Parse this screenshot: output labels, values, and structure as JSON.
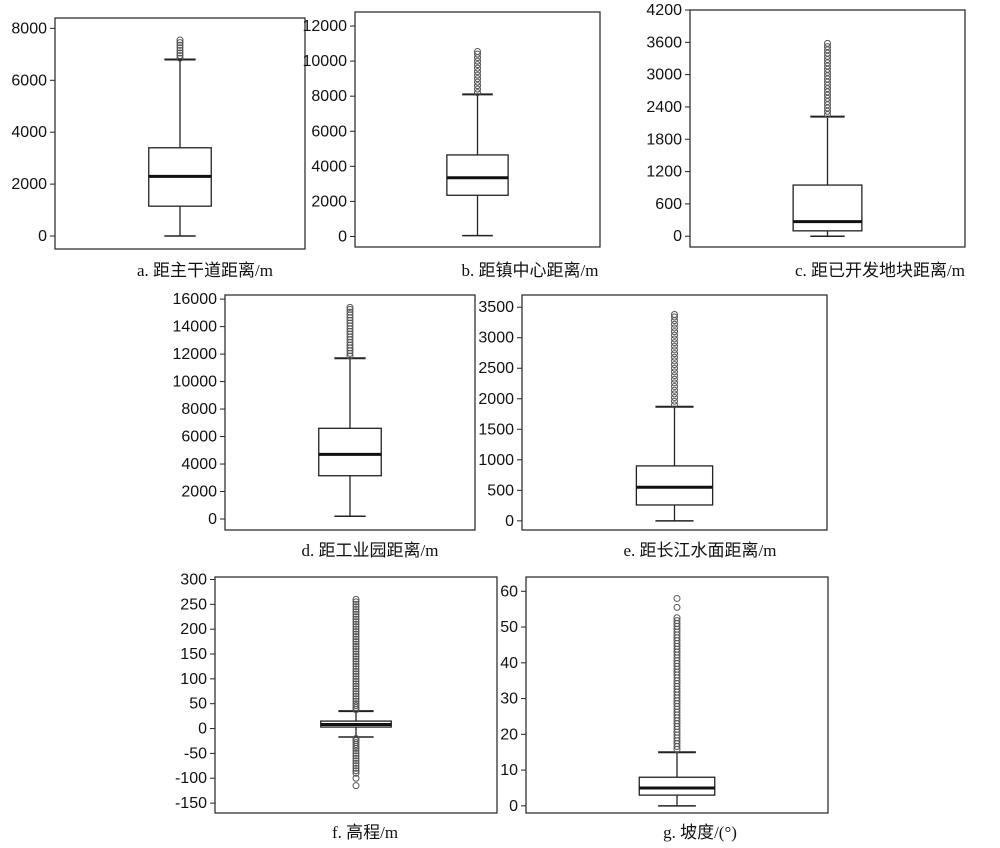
{
  "colors": {
    "box_stroke": "#222222",
    "outlier_stroke": "#555555",
    "background": "#ffffff"
  },
  "chart_data": [
    {
      "type": "boxplot",
      "caption": "a. 距主干道距离/m",
      "yticks": [
        0,
        2000,
        4000,
        6000,
        8000
      ],
      "ylim": [
        -500,
        8400
      ],
      "whisker_low": 0,
      "q1": 1150,
      "median": 2300,
      "q3": 3400,
      "whisker_high": 6800,
      "outliers": [
        6850,
        6950,
        7050,
        7150,
        7250,
        7350,
        7450,
        7550
      ]
    },
    {
      "type": "boxplot",
      "caption": "b. 距镇中心距离/m",
      "yticks": [
        0,
        2000,
        4000,
        6000,
        8000,
        10000,
        12000
      ],
      "ylim": [
        -600,
        12800
      ],
      "whisker_low": 50,
      "q1": 2350,
      "median": 3350,
      "q3": 4650,
      "whisker_high": 8100,
      "outliers": [
        8200,
        8400,
        8600,
        8800,
        9000,
        9200,
        9400,
        9600,
        9800,
        10000,
        10200,
        10400,
        10550
      ]
    },
    {
      "type": "boxplot",
      "caption": "c. 距已开发地块距离/m",
      "yticks": [
        0,
        600,
        1200,
        1800,
        2400,
        3000,
        3600,
        4200
      ],
      "ylim": [
        -200,
        4200
      ],
      "whisker_low": 0,
      "q1": 100,
      "median": 270,
      "q3": 950,
      "whisker_high": 2220,
      "outliers": [
        2260,
        2320,
        2380,
        2440,
        2500,
        2560,
        2620,
        2680,
        2740,
        2800,
        2860,
        2920,
        2980,
        3040,
        3100,
        3160,
        3220,
        3280,
        3340,
        3400,
        3460,
        3520,
        3580
      ]
    },
    {
      "type": "boxplot",
      "caption": "d. 距工业园距离/m",
      "yticks": [
        0,
        2000,
        4000,
        6000,
        8000,
        10000,
        12000,
        14000,
        16000
      ],
      "ylim": [
        -800,
        16300
      ],
      "whisker_low": 200,
      "q1": 3150,
      "median": 4700,
      "q3": 6600,
      "whisker_high": 11700,
      "outliers": [
        11850,
        12050,
        12250,
        12450,
        12650,
        12850,
        13050,
        13250,
        13450,
        13650,
        13850,
        14050,
        14250,
        14450,
        14650,
        14850,
        15050,
        15250,
        15400
      ]
    },
    {
      "type": "boxplot",
      "caption": "e. 距长江水面距离/m",
      "yticks": [
        0,
        500,
        1000,
        1500,
        2000,
        2500,
        3000,
        3500
      ],
      "ylim": [
        -150,
        3700
      ],
      "whisker_low": 0,
      "q1": 260,
      "median": 550,
      "q3": 900,
      "whisker_high": 1870,
      "outliers": [
        1900,
        1960,
        2020,
        2080,
        2140,
        2200,
        2260,
        2320,
        2380,
        2440,
        2500,
        2560,
        2620,
        2680,
        2740,
        2800,
        2860,
        2920,
        2980,
        3040,
        3100,
        3160,
        3220,
        3280,
        3340,
        3380
      ]
    },
    {
      "type": "boxplot",
      "caption": "f. 高程/m",
      "yticks": [
        -150,
        -100,
        -50,
        0,
        50,
        100,
        150,
        200,
        250,
        300
      ],
      "ylim": [
        -170,
        305
      ],
      "whisker_low": -17,
      "q1": 3,
      "median": 8,
      "q3": 15,
      "whisker_high": 35,
      "outliers": [
        38,
        42,
        46,
        50,
        55,
        60,
        65,
        70,
        75,
        80,
        85,
        90,
        95,
        100,
        105,
        110,
        115,
        120,
        125,
        130,
        135,
        140,
        145,
        150,
        155,
        160,
        165,
        170,
        175,
        180,
        185,
        190,
        195,
        200,
        205,
        210,
        215,
        220,
        225,
        230,
        235,
        240,
        245,
        250,
        255,
        260,
        -20,
        -24,
        -28,
        -32,
        -36,
        -40,
        -45,
        -50,
        -55,
        -60,
        -65,
        -70,
        -75,
        -80,
        -85,
        -90,
        -100,
        -115
      ]
    },
    {
      "type": "boxplot",
      "caption": "g. 坡度/(°)",
      "yticks": [
        0,
        10,
        20,
        30,
        40,
        50,
        60
      ],
      "ylim": [
        -2,
        64
      ],
      "whisker_low": 0,
      "q1": 3,
      "median": 5,
      "q3": 8,
      "whisker_high": 15,
      "outliers": [
        15.8,
        16.6,
        17.4,
        18.2,
        19,
        19.8,
        20.6,
        21.4,
        22.2,
        23,
        23.8,
        24.6,
        25.4,
        26.2,
        27,
        27.8,
        28.6,
        29.4,
        30.2,
        31,
        31.8,
        32.6,
        33.4,
        34.2,
        35,
        35.8,
        36.6,
        37.4,
        38.2,
        39,
        39.8,
        40.6,
        41.4,
        42.2,
        43,
        43.8,
        44.6,
        45.4,
        46.2,
        47,
        47.8,
        48.6,
        49.4,
        50.2,
        51,
        51.8,
        52.6,
        55.5,
        58
      ]
    }
  ]
}
